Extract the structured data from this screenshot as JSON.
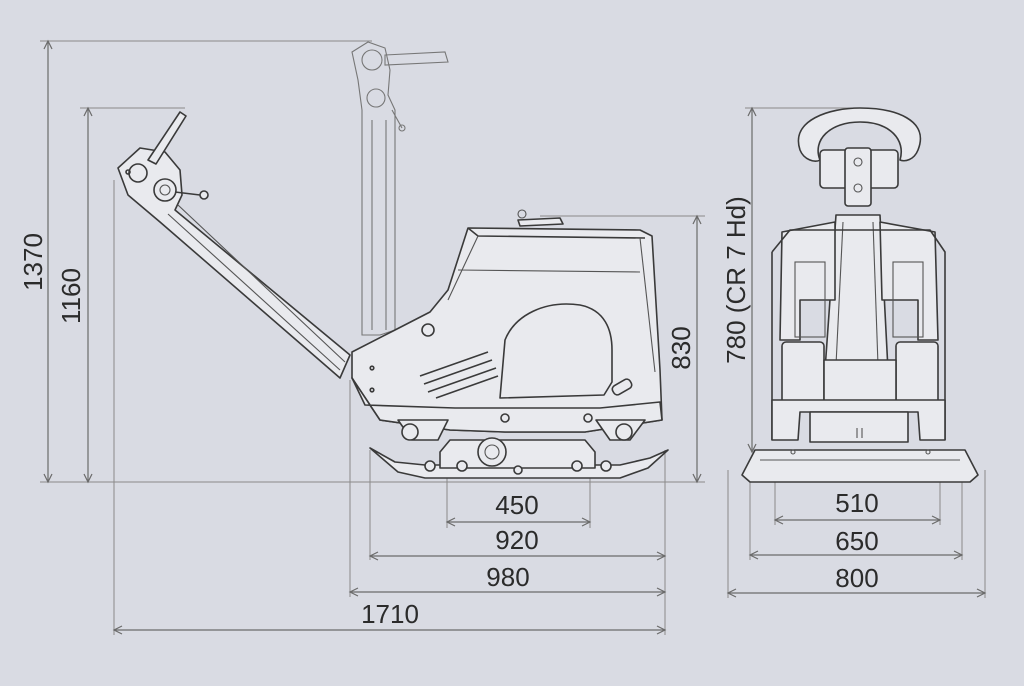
{
  "dimensions": {
    "height_total": "1370",
    "height_handle": "1160",
    "height_body": "830",
    "height_front": "780 (CR 7 Hd)",
    "width_450": "450",
    "width_920": "920",
    "width_980": "980",
    "width_1710": "1710",
    "front_510": "510",
    "front_650": "650",
    "front_800": "800"
  },
  "colors": {
    "background": "#d9dbe3",
    "line": "#3a3a3a",
    "text": "#2b2b2b"
  }
}
